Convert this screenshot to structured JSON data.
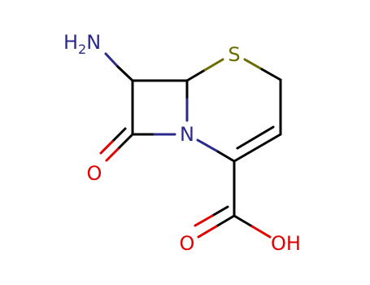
{
  "molecule": {
    "atoms": {
      "amine": {
        "main1": "H",
        "sub": "2",
        "main2": "N"
      },
      "sulfur": "S",
      "nitrogen": "N",
      "ketone_oxygen": "O",
      "acid_carbonyl_oxygen": "O",
      "hydroxyl": "OH"
    }
  },
  "colors": {
    "bond": "#000000",
    "nitrogen": "#2a2a8c",
    "sulfur": "#6b6b00",
    "oxygen": "#e00000",
    "background": "#ffffff"
  }
}
